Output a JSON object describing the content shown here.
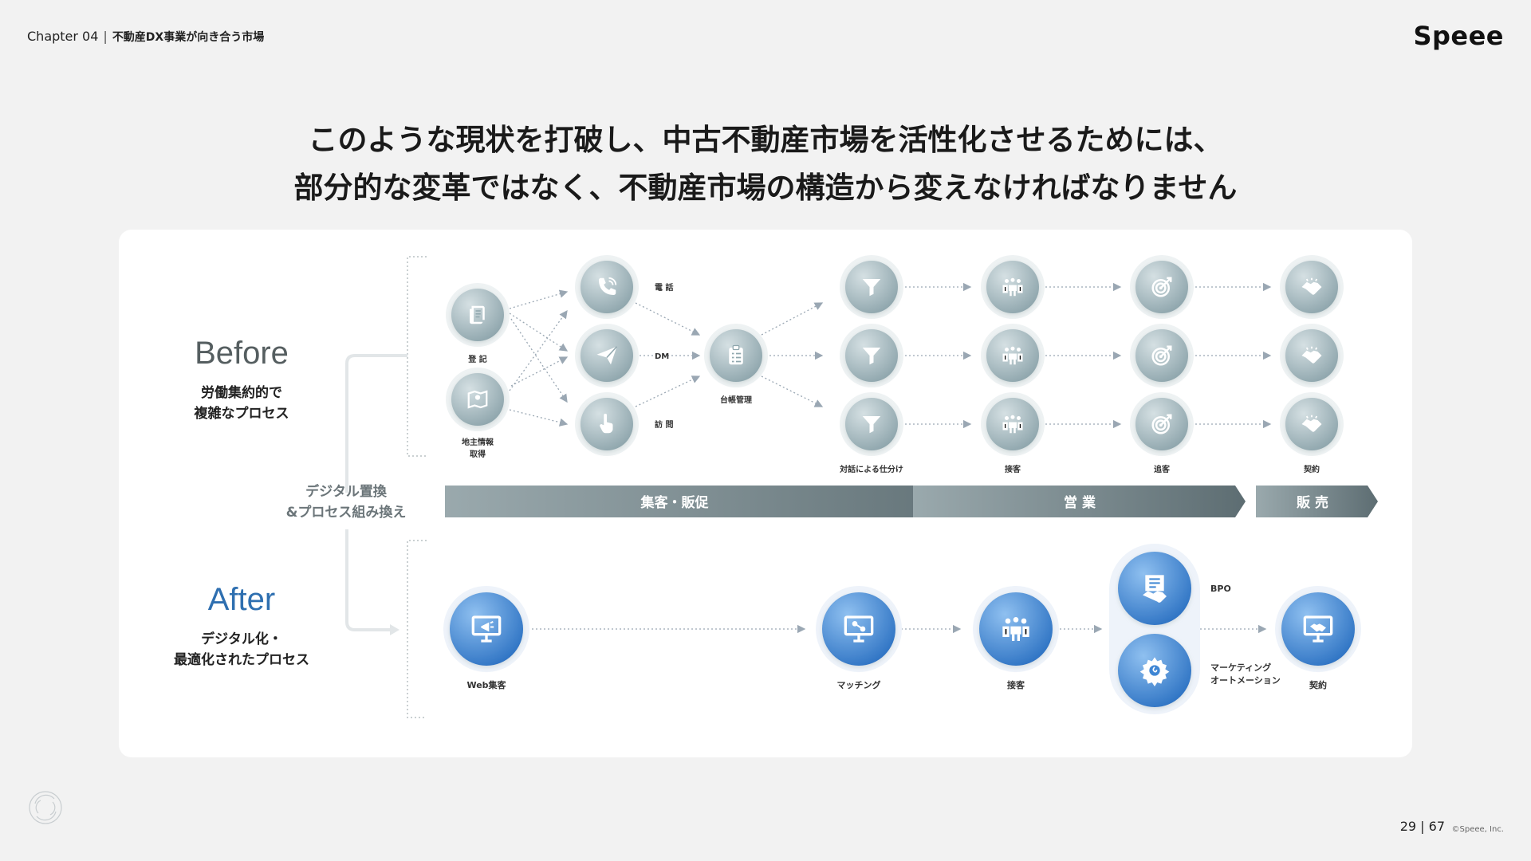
{
  "header": {
    "chapter": "Chapter 04",
    "separator": "|",
    "section": "不動産DX事業が向き合う市場",
    "brand": "Speee"
  },
  "headline": {
    "line1": "このような現状を打破し、中古不動産市場を活性化させるためには、",
    "line2": "部分的な変革ではなく、不動産市場の構造から変えなければなりません"
  },
  "before": {
    "title": "Before",
    "desc1": "労働集約的で",
    "desc2": "複雑なプロセス"
  },
  "transition": {
    "line1": "デジタル置換",
    "line2": "&プロセス組み換え"
  },
  "after": {
    "title": "After",
    "desc1": "デジタル化・",
    "desc2": "最適化されたプロセス"
  },
  "before_nodes": {
    "registry": "登 記",
    "owner_info1": "地主情報",
    "owner_info2": "取得",
    "phone": "電 話",
    "dm": "DM",
    "visit": "訪 問",
    "ledger": "台帳管理",
    "sorting": "対話による仕分け",
    "reception": "接客",
    "followup": "追客",
    "contract": "契約"
  },
  "phases": {
    "p1": "集客・販促",
    "p2": "営 業",
    "p3": "販 売"
  },
  "after_nodes": {
    "web": "Web集客",
    "matching": "マッチング",
    "reception": "接客",
    "bpo": "BPO",
    "ma1": "マーケティング",
    "ma2": "オートメーション",
    "contract": "契約"
  },
  "footer": {
    "page": "29",
    "sep": "|",
    "total": "67",
    "copyright": "©Speee, Inc."
  },
  "icons": {
    "before": [
      "scroll-icon",
      "map-icon",
      "phone-icon",
      "paper-plane-icon",
      "hand-pointer-icon",
      "clipboard-icon",
      "funnel-icon",
      "meeting-icon",
      "target-icon",
      "handshake-icon"
    ],
    "after": [
      "monitor-megaphone-icon",
      "monitor-network-icon",
      "meeting-icon",
      "document-handshake-icon",
      "gear-icon",
      "monitor-handshake-icon"
    ]
  },
  "colors": {
    "before_node": "#a9bcc2",
    "after_node": "#3f86d4",
    "phase_bar": "#6d7f84",
    "after_title": "#2e6fb0",
    "before_title": "#555e60"
  }
}
